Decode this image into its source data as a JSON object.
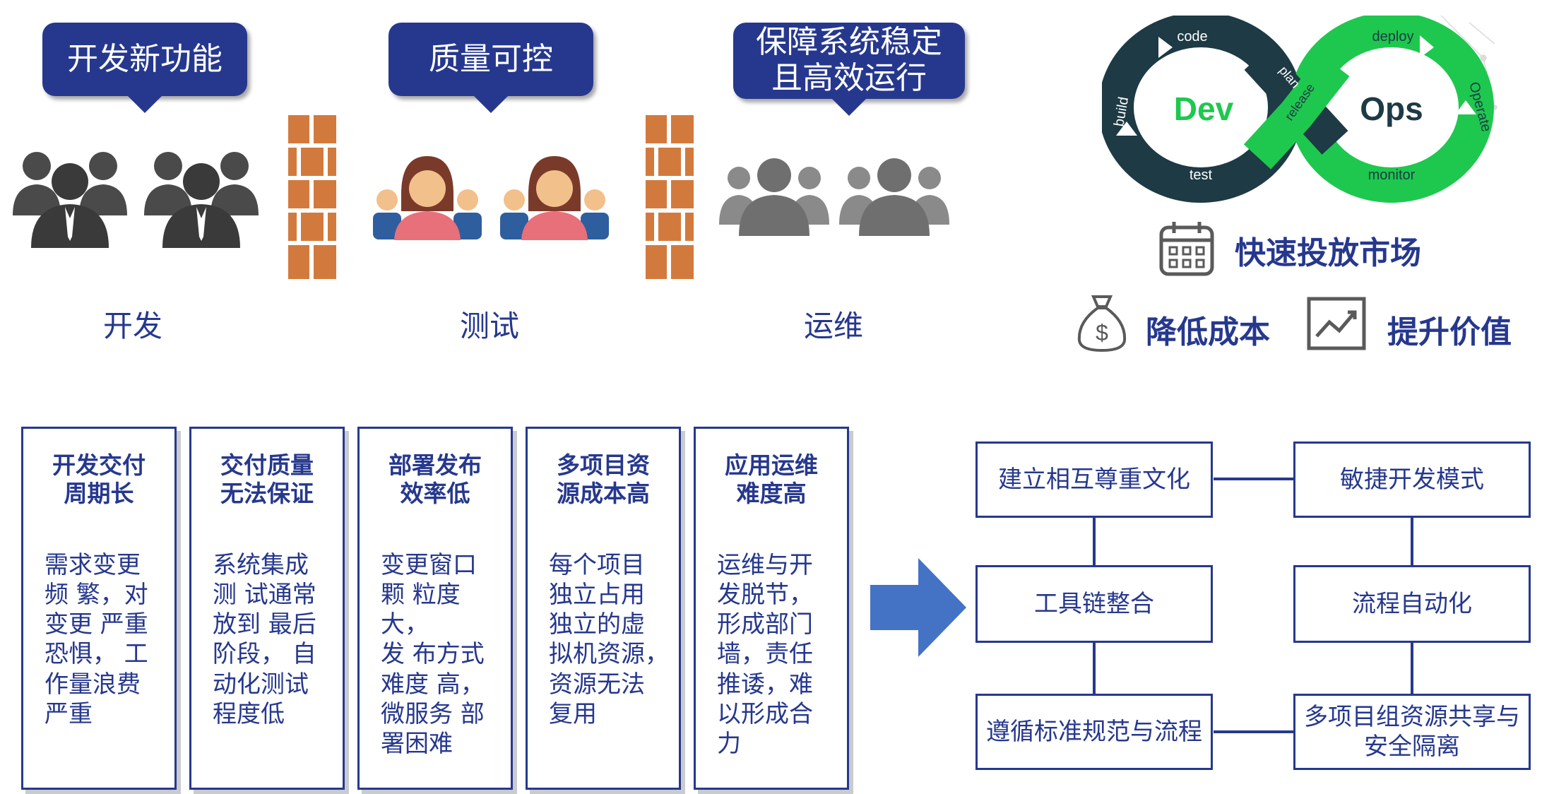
{
  "stages": [
    {
      "bubble": [
        "开发新功能"
      ],
      "label": "开发"
    },
    {
      "bubble": [
        "质量可控"
      ],
      "label": "测试"
    },
    {
      "bubble": [
        "保障系统稳定",
        "且高效运行"
      ],
      "label": "运维"
    }
  ],
  "devops_logo": {
    "dev": "Dev",
    "ops": "Ops",
    "loop_labels": [
      "code",
      "plan",
      "release",
      "deploy",
      "build",
      "test",
      "monitor",
      "Operate"
    ]
  },
  "benefits": {
    "fast_market": "快速投放市场",
    "reduce_cost": "降低成本",
    "increase_value": "提升价值"
  },
  "problems": [
    {
      "title": "开发交付\n周期长",
      "body": "需求变更\n频 繁，对\n变更 严重\n恐惧， 工\n作量浪费\n严重"
    },
    {
      "title": "交付质量\n无法保证",
      "body": "系统集成\n测 试通常\n放到 最后\n阶段， 自\n动化测试\n程度低"
    },
    {
      "title": "部署发布\n效率低",
      "body": "变更窗口\n颗 粒度大，\n发 布方式\n难度 高，\n微服务 部\n署困难"
    },
    {
      "title": "多项目资\n源成本高",
      "body": "每个项目\n独立占用\n独立的虚\n拟机资源，\n资源无法\n复用"
    },
    {
      "title": "应用运维\n难度高",
      "body": "运维与开\n发脱节，\n形成部门\n墙，责任\n推诿，难\n以形成合\n力"
    }
  ],
  "solutions": {
    "culture": "建立相互尊重文化",
    "agile": "敏捷开发模式",
    "toolchain": "工具链整合",
    "automation": "流程自动化",
    "standards": "遵循标准规范与流程",
    "resource_sharing": "多项目组资源共享与安全隔离"
  },
  "colors": {
    "primary": "#26388e",
    "brick": "#d27a3e",
    "devops_green": "#1ec84e",
    "devops_dark": "#1d3a45",
    "arrow": "#4472c4",
    "person_gray": "#4a4a4a",
    "person_light": "#7f7f7f"
  }
}
